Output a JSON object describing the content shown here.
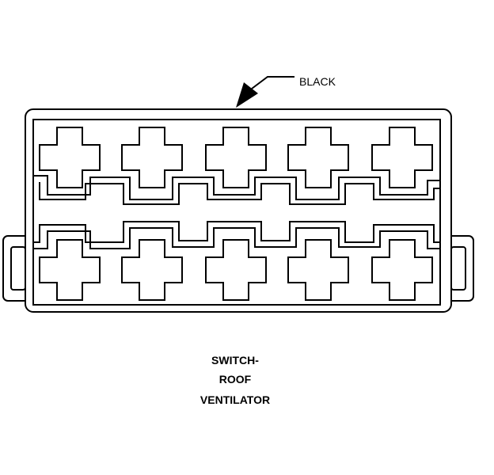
{
  "diagram": {
    "color_label": "BLACK",
    "caption_lines": [
      "SWITCH-",
      "ROOF",
      "VENTILATOR"
    ],
    "line_color": "#000000",
    "background_color": "#ffffff",
    "cavity_rows": 2,
    "cavities_per_row": 5
  }
}
